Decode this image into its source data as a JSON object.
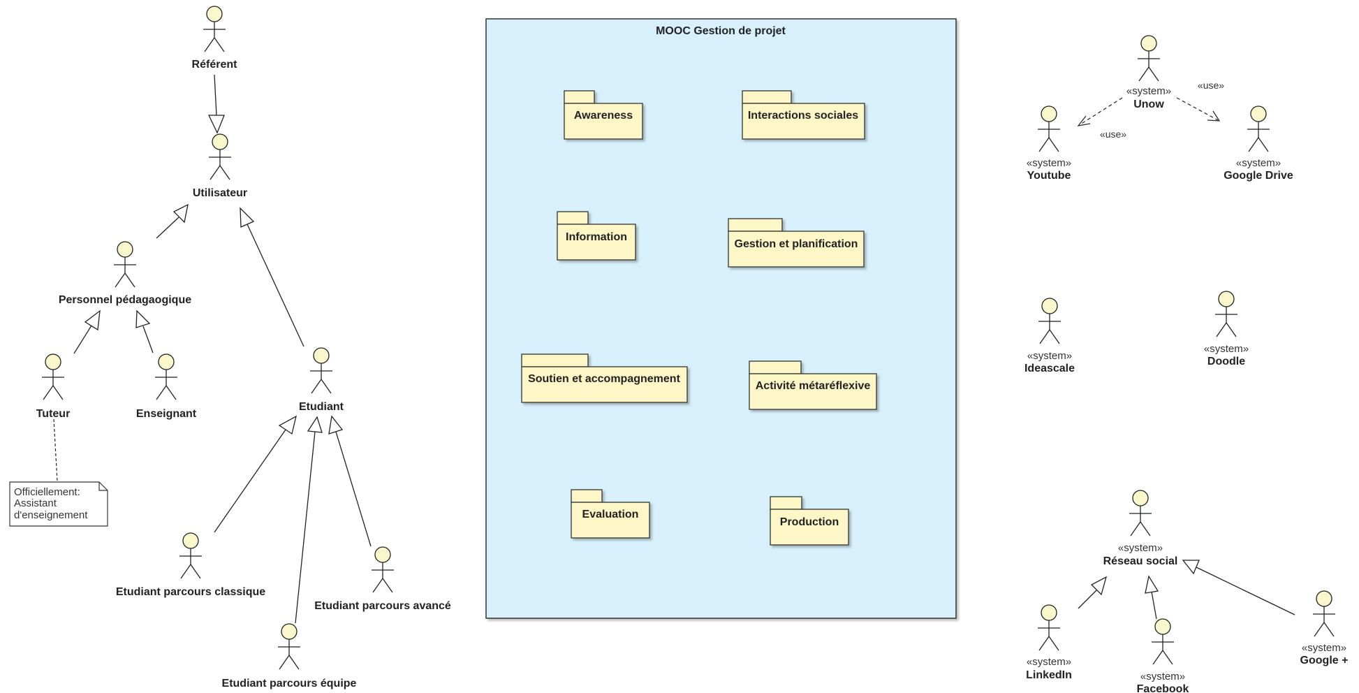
{
  "colors": {
    "actor_fill": "#fbf7cd",
    "package_fill": "#fdf7c8",
    "system_fill": "#d8f0fb",
    "line": "#222222"
  },
  "system_boundary": {
    "title": "MOOC Gestion de projet"
  },
  "actors": {
    "referent": {
      "name": "Référent"
    },
    "utilisateur": {
      "name": "Utilisateur"
    },
    "personnel": {
      "name": "Personnel pédagaogique"
    },
    "tuteur": {
      "name": "Tuteur"
    },
    "enseignant": {
      "name": "Enseignant"
    },
    "etudiant": {
      "name": "Etudiant"
    },
    "etu_classique": {
      "name": "Etudiant parcours classique"
    },
    "etu_equipe": {
      "name": "Etudiant parcours équipe"
    },
    "etu_avance": {
      "name": "Etudiant parcours avancé"
    },
    "unow": {
      "stereotype": "«system»",
      "name": "Unow"
    },
    "youtube": {
      "stereotype": "«system»",
      "name": "Youtube"
    },
    "gdrive": {
      "stereotype": "«system»",
      "name": "Google Drive"
    },
    "ideascale": {
      "stereotype": "«system»",
      "name": "Ideascale"
    },
    "doodle": {
      "stereotype": "«system»",
      "name": "Doodle"
    },
    "reseau": {
      "stereotype": "«system»",
      "name": "Réseau social"
    },
    "linkedin": {
      "stereotype": "«system»",
      "name": "LinkedIn"
    },
    "facebook": {
      "stereotype": "«system»",
      "name": "Facebook"
    },
    "googleplus": {
      "stereotype": "«system»",
      "name": "Google +"
    }
  },
  "packages": {
    "awareness": "Awareness",
    "interactions": "Interactions sociales",
    "information": "Information",
    "gestion": "Gestion et planification",
    "soutien": "Soutien et accompagnement",
    "activite": "Activité métaréflexive",
    "evaluation": "Evaluation",
    "production": "Production"
  },
  "note": {
    "lines": [
      "Officiellement:",
      "Assistant",
      "d'enseignement"
    ]
  },
  "dependencies": {
    "use_left": "«use»",
    "use_right": "«use»"
  }
}
